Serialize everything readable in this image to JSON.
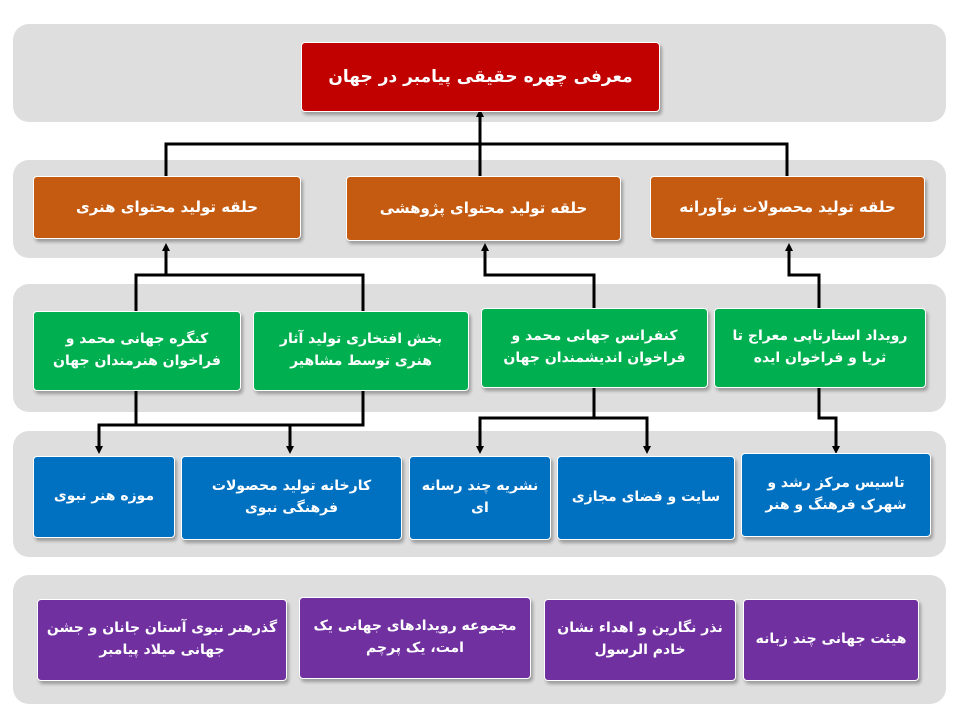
{
  "title": "معرفی چهره حقیقی پیامبر در جهان",
  "circles": [
    {
      "label": "حلقه تولید محصولات نوآورانه"
    },
    {
      "label": "حلقه تولید محتوای پژوهشی"
    },
    {
      "label": "حلقه تولید محتوای هنری"
    }
  ],
  "programs": [
    {
      "label": "رویداد استارتاپی معراج تا ثریا و فراخوان ایده"
    },
    {
      "label": "کنفرانس جهانی محمد و فراخوان اندیشمندان جهان"
    },
    {
      "label": "بخش افتخاری تولید آثار هنری توسط مشاهیر"
    },
    {
      "label": "کنگره جهانی محمد و فراخوان هنرمندان جهان"
    }
  ],
  "outputs": [
    {
      "label": "تاسیس مرکز رشد و شهرک فرهنگ و هنر"
    },
    {
      "label": "سایت و فضای مجازی"
    },
    {
      "label": "نشریه چند رسانه ای"
    },
    {
      "label": "کارخانه تولید محصولات فرهنگی نبوی"
    },
    {
      "label": "موزه هنر نبوی"
    }
  ],
  "events": [
    {
      "label": "هیئت جهانی چند زبانه"
    },
    {
      "label": "نذر نگارین و اهداء نشان خادم الرسول"
    },
    {
      "label": "مجموعه رویدادهای جهانی یک امت، یک پرچم"
    },
    {
      "label": "گذرهنر نبوی آستان جانان و جشن جهانی میلاد پیامبر"
    }
  ],
  "colors": {
    "title": "#c10000",
    "circles": "#c55a11",
    "programs": "#00b050",
    "outputs": "#0070c0",
    "events": "#7030a0",
    "band": "#dedede",
    "connector": "#000000"
  }
}
